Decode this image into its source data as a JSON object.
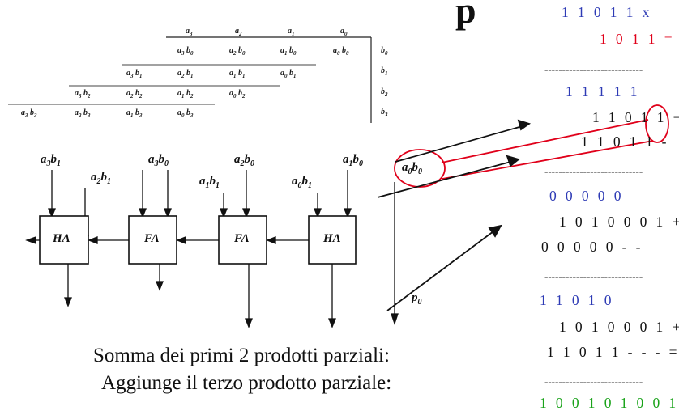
{
  "title_fragment": "p",
  "partial_products_table": {
    "row0": [
      "a3",
      "a2",
      "a1",
      "a0"
    ],
    "row1": [
      "a3 b0",
      "a2 b0",
      "a1 b0",
      "a0 b0",
      "b0"
    ],
    "row2": [
      "a3 b1",
      "a2 b1",
      "a1 b1",
      "a0 b1",
      "b1"
    ],
    "row3": [
      "a3 b2",
      "a2 b2",
      "a1 b2",
      "a0 b2",
      "b2"
    ],
    "row4": [
      "a3 b3",
      "a2 b3",
      "a1 b3",
      "a0 b3",
      "b3"
    ]
  },
  "adder_labels": {
    "in_a3b1": "a3b1",
    "in_a2b1": "a2b1",
    "in_a3b0": "a3b0",
    "in_a2b0": "a2b0",
    "in_a1b1": "a1b1",
    "in_a1b0": "a1b0",
    "in_a0b1": "a0b1",
    "in_a0b0": "a0b0",
    "out_p0": "p0",
    "block1": "HA",
    "block2": "FA",
    "block3": "FA",
    "block4": "HA"
  },
  "captions": {
    "line1": "Somma dei primi 2 prodotti parziali:",
    "line2": "Aggiunge il terzo prodotto parziale:"
  },
  "computation": {
    "multiplicand": "1 1 0 1 1 x",
    "multiplier": "1 0 1 1 =",
    "sep1": "----------------------------",
    "carries1": "1 1 1 1 1",
    "pp1": "1 1 0 1 1 +",
    "pp2": "1 1 0 1 1 -",
    "sep2": "----------------------------",
    "carries2": "0 0 0 0 0",
    "sum1": "1 0 1 0 0 0 1 +",
    "pp3": "0 0 0 0 0 - -",
    "sep3": "----------------------------",
    "carries3": "1 1 0 1 0",
    "sum2": "1 0 1 0 0 0 1 +",
    "pp4": "1 1 0 1 1  - - - =",
    "sep4": "----------------------------",
    "result": "1 0 0  1 0 1 0 0 1"
  },
  "colors": {
    "blue": "#2e3bb5",
    "red": "#e0001a",
    "green": "#1aa31a",
    "black": "#111111"
  }
}
